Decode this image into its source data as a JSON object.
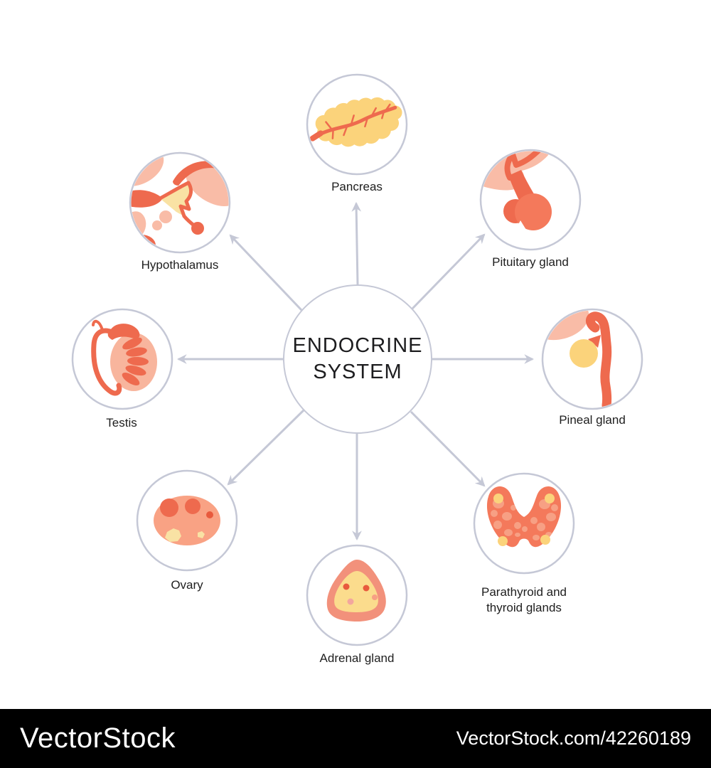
{
  "title": {
    "line1": "ENDOCRINE",
    "line2": "SYSTEM"
  },
  "glands": {
    "pancreas": {
      "label": "Pancreas"
    },
    "pituitary": {
      "label": "Pituitary gland"
    },
    "pineal": {
      "label": "Pineal gland"
    },
    "parathyroid": {
      "label": "Parathyroid and thyroid glands"
    },
    "adrenal": {
      "label": "Adrenal gland"
    },
    "ovary": {
      "label": "Ovary"
    },
    "testis": {
      "label": "Testis"
    },
    "hypothalamus": {
      "label": "Hypothalamus"
    }
  },
  "watermark": {
    "brand": "VectorStock",
    "credit": "VectorStock.com/42260189"
  },
  "colors": {
    "line": "#c5c8d6",
    "ink": "#1d1d1f",
    "coral": "#ee6a4e",
    "coral-deep": "#e85a3d",
    "coral-light": "#f4795b",
    "salmon": "#f3876d",
    "salmon-light": "#f7a084",
    "adrenal-outer": "#f2917b",
    "pink": "#f9bca7",
    "pink-oval": "#f8b59d",
    "pink-dot": "#f3a79e",
    "ovary-base": "#f9a284",
    "yellow": "#fbd37b",
    "yellow-light": "#fbdc8d",
    "yellow-pale": "#f9e2a4",
    "watermark-bg": "#000000",
    "watermark-text": "#ffffff"
  }
}
